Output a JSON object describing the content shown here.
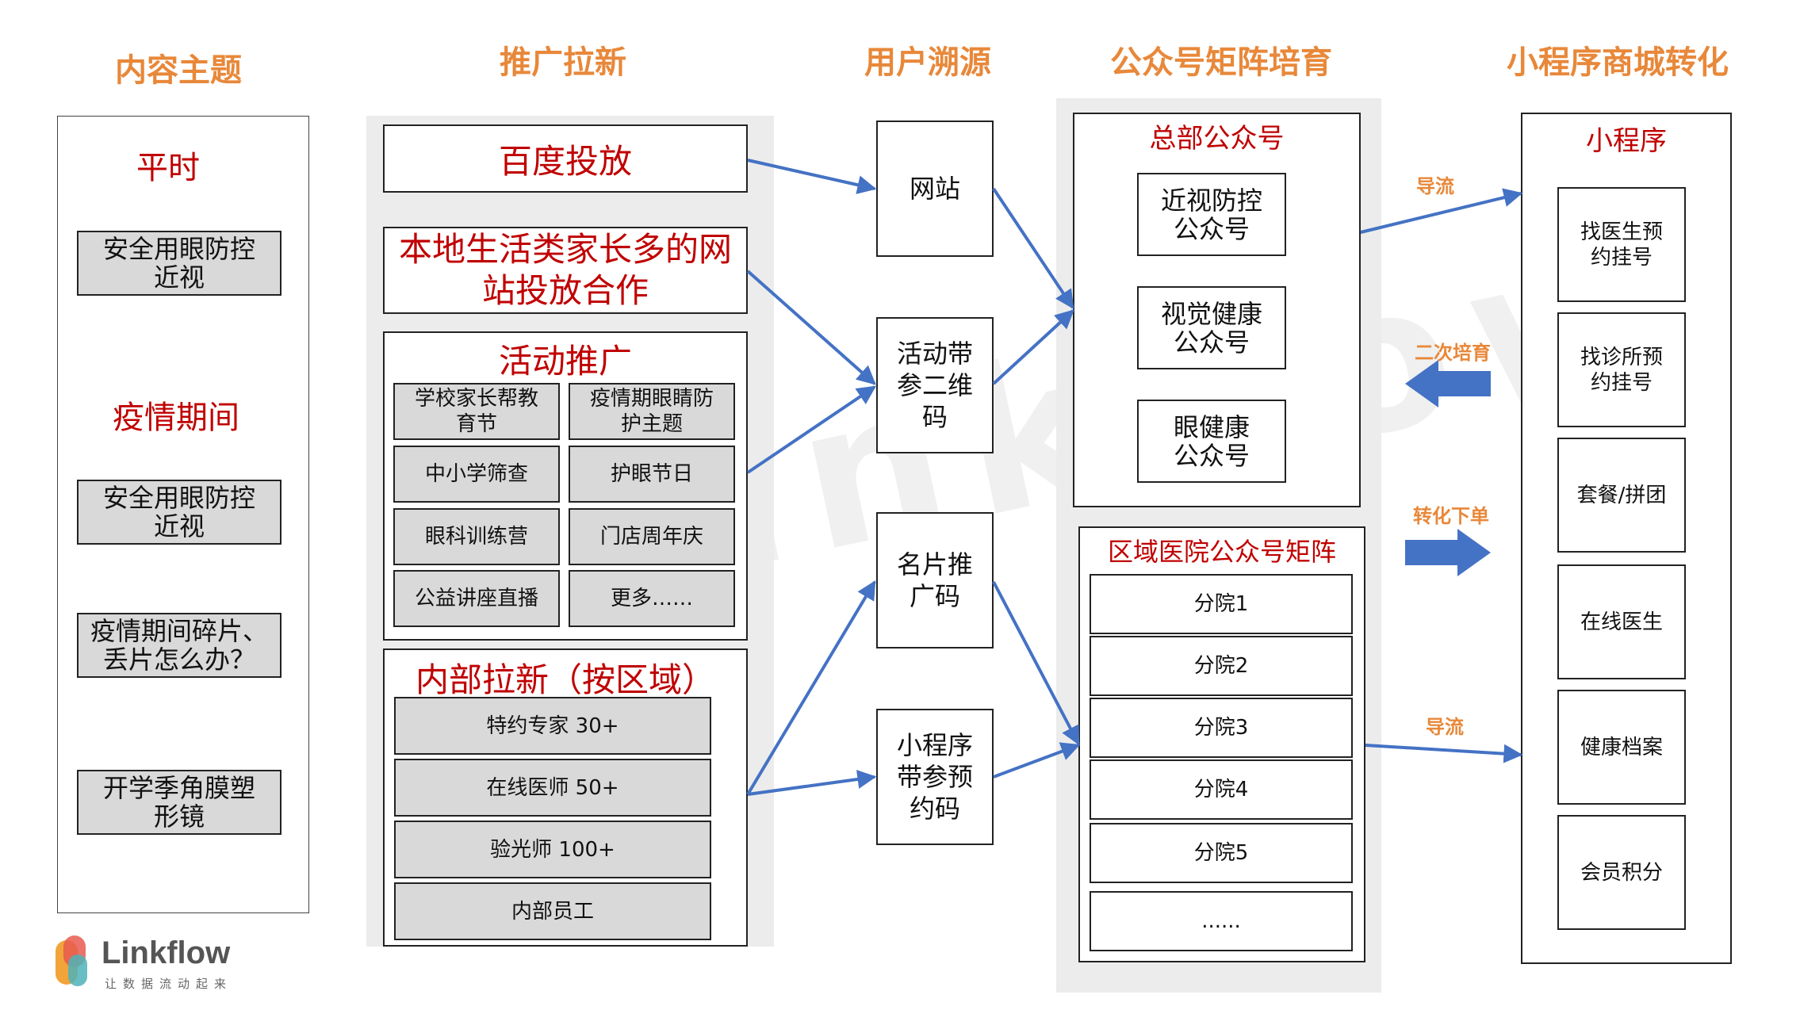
{
  "columns": {
    "col1": "内容主题",
    "col2": "推广拉新",
    "col3": "用户溯源",
    "col4": "公众号矩阵培育",
    "col5": "小程序商城转化"
  },
  "content_topics": {
    "normal_label": "平时",
    "normal_items": [
      "安全用眼防控近视"
    ],
    "epidemic_label": "疫情期间",
    "epidemic_items": [
      "安全用眼防控近视",
      "疫情期间碎片、丢片怎么办？",
      "开学季角膜塑形镜"
    ]
  },
  "promotion": {
    "baidu": "百度投放",
    "local": "本地生活类家长多的网站投放合作",
    "activity_title": "活动推广",
    "activities": [
      "学校家长帮教育节",
      "疫情期眼睛防护主题",
      "中小学筛查",
      "护眼节日",
      "眼科训练营",
      "门店周年庆",
      "公益讲座直播",
      "更多……"
    ],
    "internal_title": "内部拉新（按区域）",
    "internal": [
      "特约专家 30+",
      "在线医师 50+",
      "验光师 100+",
      "内部员工"
    ]
  },
  "tracing": [
    "网站",
    "活动带参二维码",
    "名片推广码",
    "小程序带参预约码"
  ],
  "matrix": {
    "hq_title": "总部公众号",
    "hq_items": [
      "近视防控公众号",
      "视觉健康公众号",
      "眼健康公众号"
    ],
    "regional_title": "区域医院公众号矩阵",
    "branches": [
      "分院1",
      "分院2",
      "分院3",
      "分院4",
      "分院5",
      "......"
    ]
  },
  "flow_labels": {
    "guide_top": "导流",
    "second_cultivation": "二次培育",
    "conversion": "转化下单",
    "guide_bottom": "导流"
  },
  "mini_program": {
    "title": "小程序",
    "items": [
      "找医生预约挂号",
      "找诊所预约挂号",
      "套餐/拼团",
      "在线医生",
      "健康档案",
      "会员积分"
    ]
  },
  "brand": {
    "name": "Linkflow",
    "slogan": "让数据流动起来"
  },
  "colors": {
    "title_orange": "#e8883a",
    "red_text": "#c00000",
    "arrow_blue": "#4472c4",
    "gray_box": "#d9d9d9"
  }
}
